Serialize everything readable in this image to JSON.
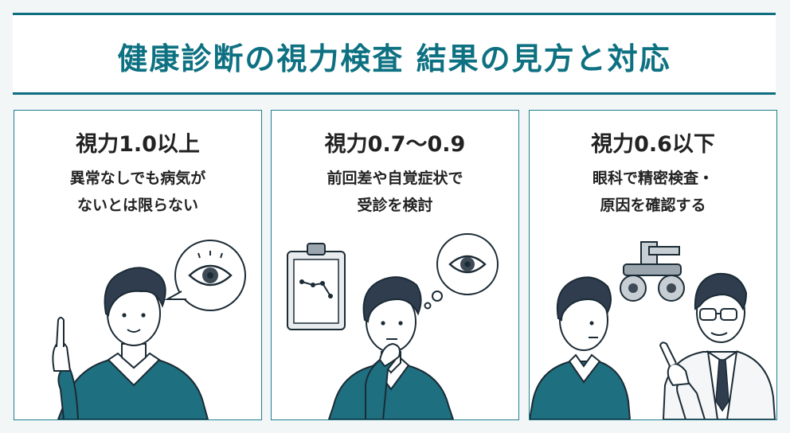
{
  "title": "健康診断の視力検査 結果の見方と対応",
  "panels": [
    {
      "heading": "視力1.0以上",
      "lines": [
        "異常なしでも病気が",
        "ないとは限らない"
      ]
    },
    {
      "heading": "視力0.7～0.9",
      "lines": [
        "前回差や自覚症状で",
        "受診を検討"
      ]
    },
    {
      "heading": "視力0.6以下",
      "lines": [
        "眼科で精密検査・",
        "原因を確認する"
      ]
    }
  ],
  "colors": {
    "accent": "#0e7182",
    "sweater": "#1e6f7f",
    "hair": "#2f3d4f"
  }
}
